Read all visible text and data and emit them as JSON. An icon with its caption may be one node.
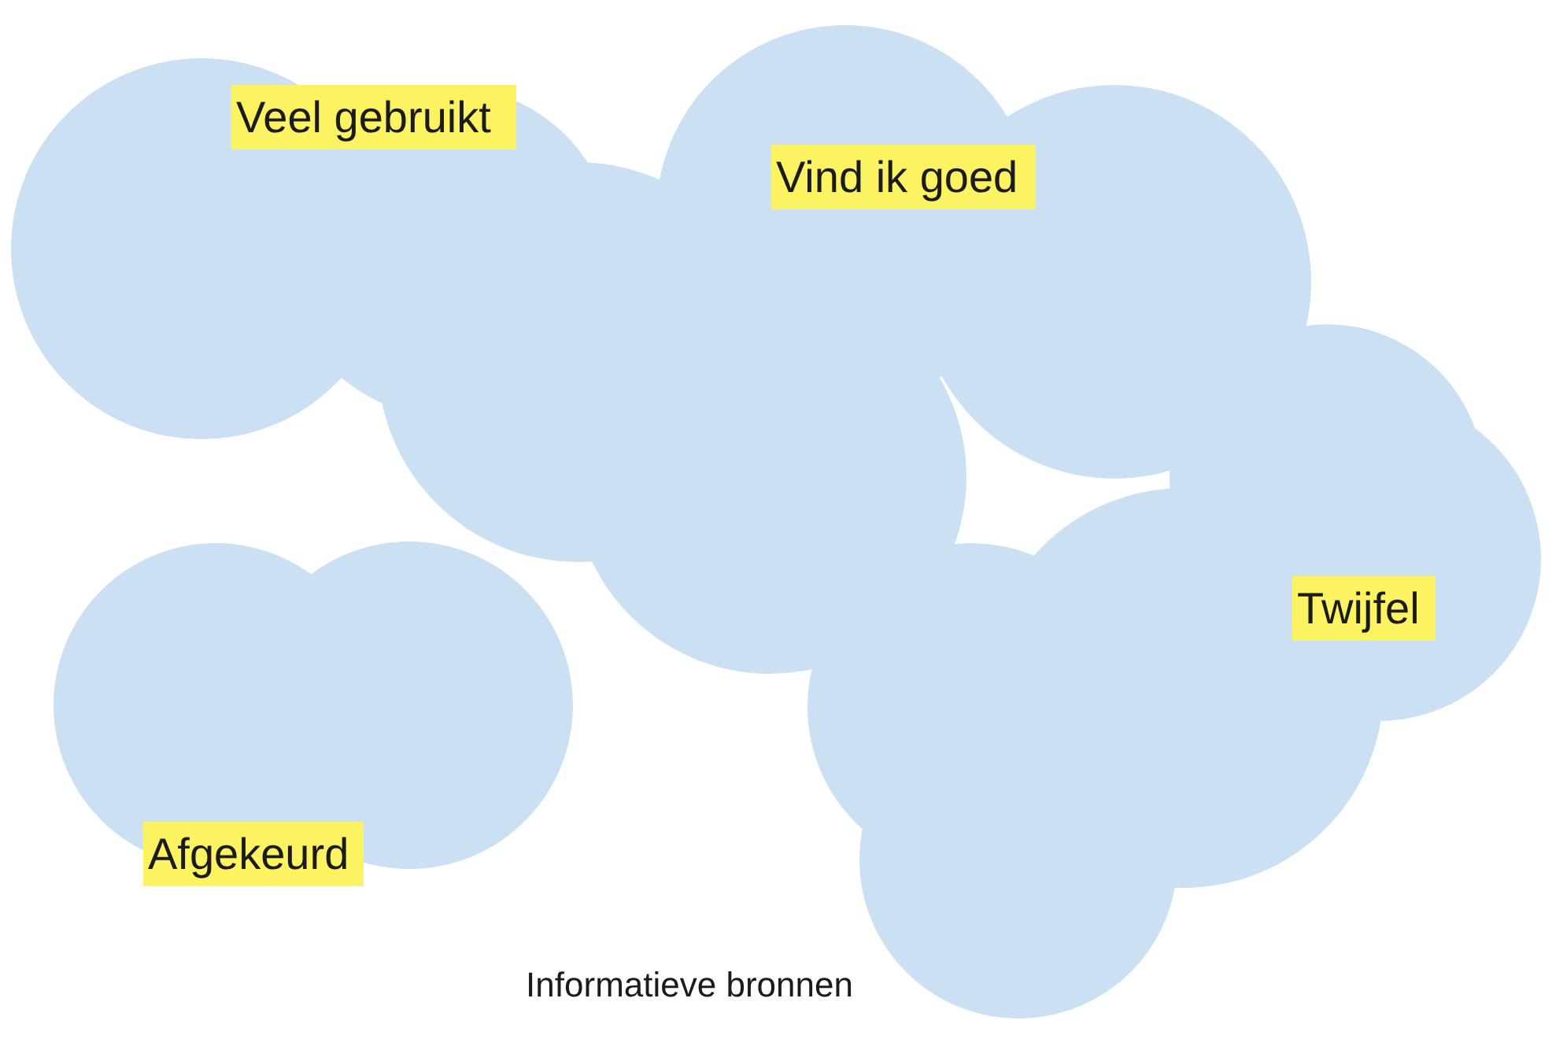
{
  "diagram": {
    "caption": "Informatieve bronnen",
    "nodes": [
      {
        "text": [
          "Veel gebruikt"
        ]
      },
      {
        "text": [
          "Vind ik goed"
        ]
      },
      {
        "text": [
          "Twijfel"
        ]
      },
      {
        "text": [
          "Afgekeurd"
        ]
      }
    ]
  }
}
